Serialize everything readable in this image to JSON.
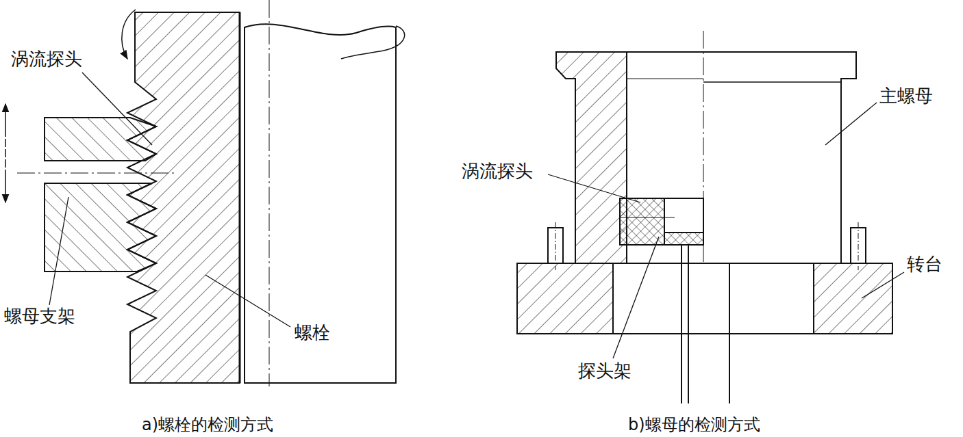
{
  "diagram": {
    "labels": [
      "涡流探头",
      "螺母支架",
      "螺栓",
      "涡流探头",
      "主螺母",
      "探头架",
      "转台",
      "a)螺栓的检测方式",
      "b)螺母的检测方式"
    ]
  }
}
